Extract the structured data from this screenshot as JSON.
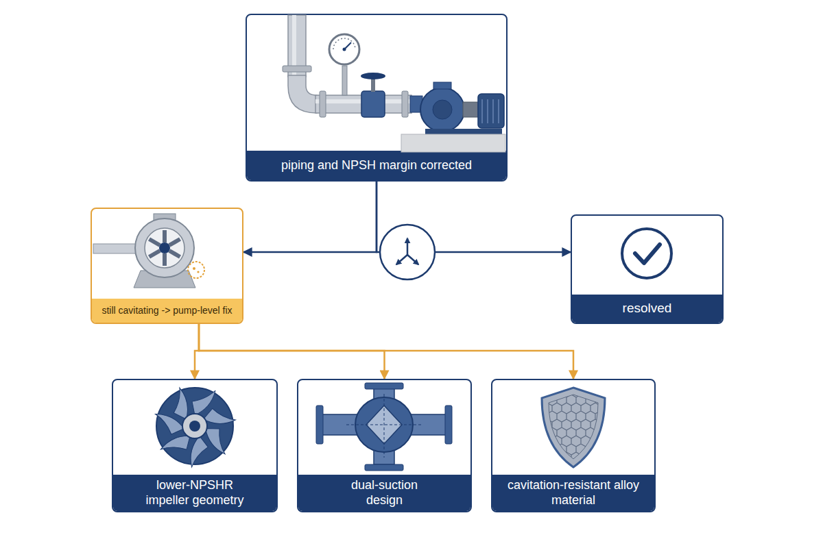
{
  "diagram": {
    "nodes": [
      {
        "text": [
          "piping and NPSH margin corrected"
        ]
      },
      {
        "text": [
          "still cavitating -> pump-level fix"
        ]
      },
      {
        "text": [
          "resolved"
        ]
      },
      {
        "text": [
          "lower-NPSHR impeller geometry"
        ]
      },
      {
        "text": [
          "dual-suction design"
        ]
      },
      {
        "text": [
          "cavitation-resistant alloy material"
        ]
      }
    ],
    "edges": [
      {
        "from": 0,
        "to": 1,
        "arrow": "to"
      },
      {
        "from": 0,
        "to": 2,
        "arrow": "to"
      },
      {
        "from": 1,
        "to": 3,
        "arrow": "to"
      },
      {
        "from": 1,
        "to": 4,
        "arrow": "to"
      },
      {
        "from": 1,
        "to": 5,
        "arrow": "to"
      }
    ]
  }
}
